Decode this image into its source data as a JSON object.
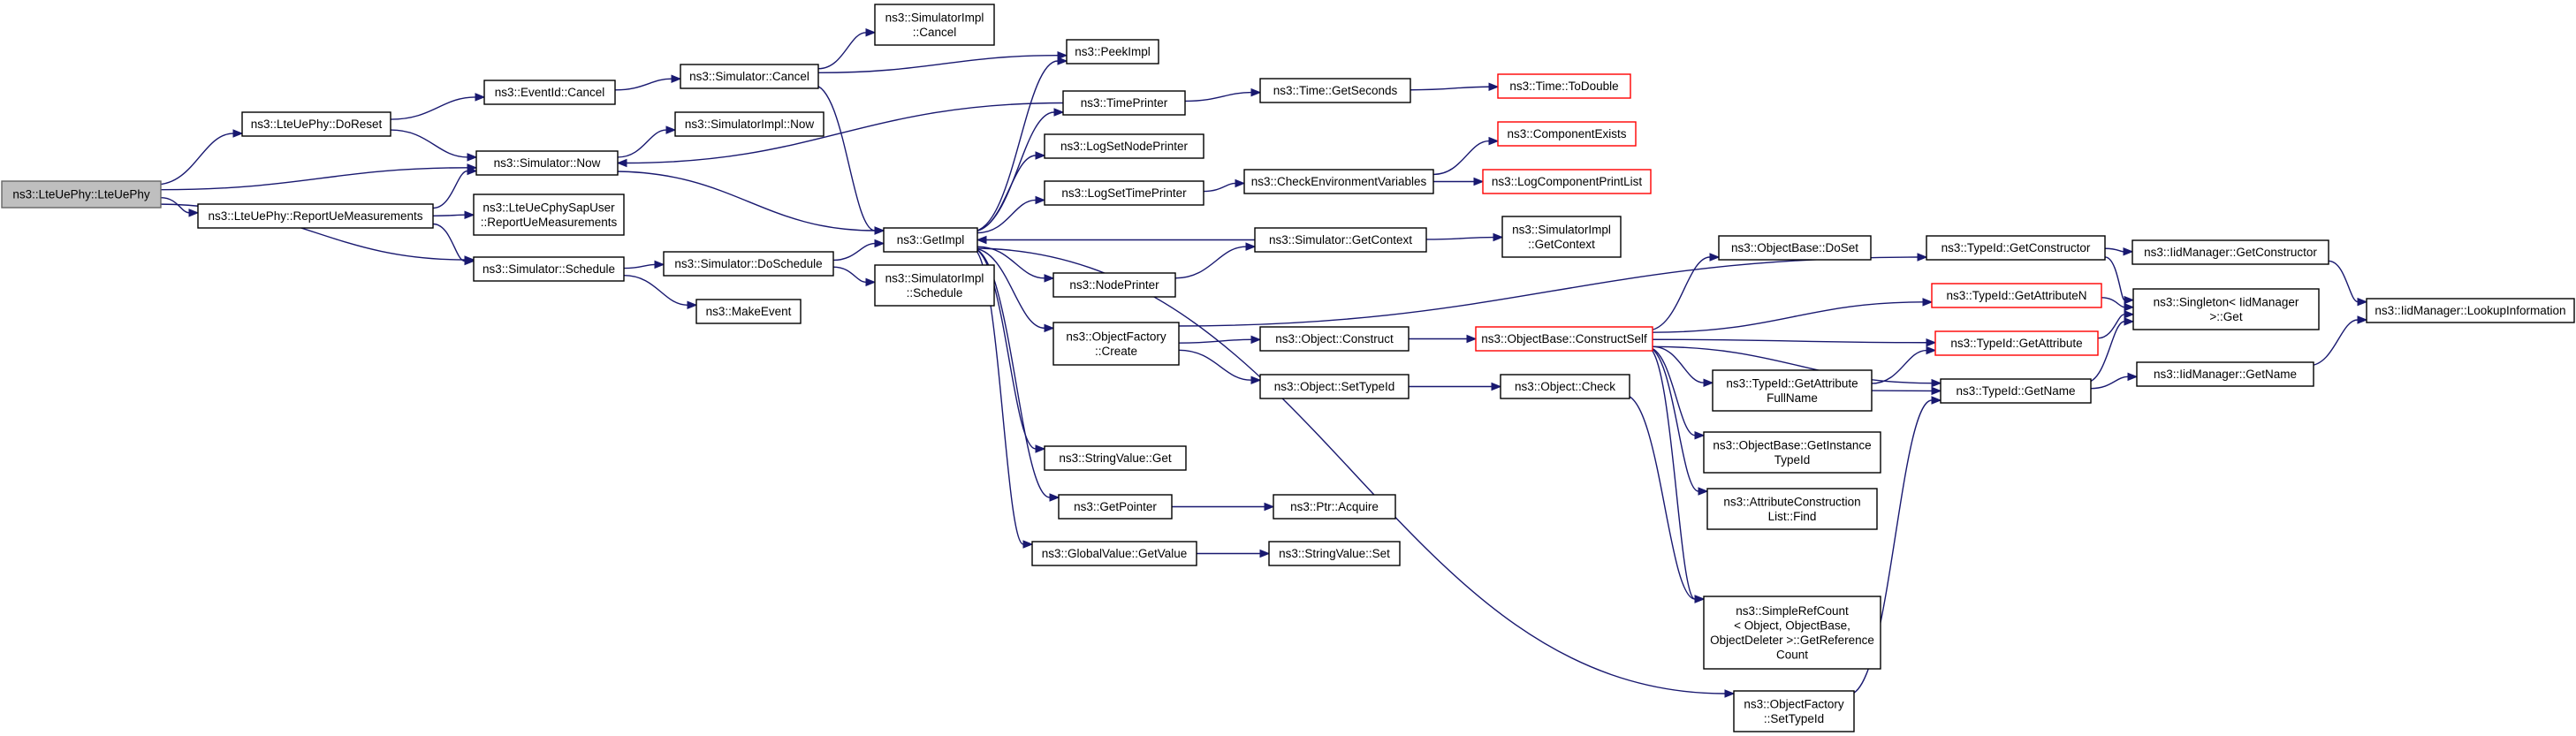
{
  "colors": {
    "edge": "#191970",
    "root_fill": "#bfbfbf",
    "node_border": "#000000",
    "unresolved_border": "#ff0000",
    "background": "#ffffff"
  },
  "nodes": [
    {
      "id": "root",
      "lines": [
        "ns3::LteUePhy::LteUePhy"
      ],
      "style": "root"
    },
    {
      "id": "doreset",
      "lines": [
        "ns3::LteUePhy::DoReset"
      ]
    },
    {
      "id": "report",
      "lines": [
        "ns3::LteUePhy::ReportUeMeasurements"
      ]
    },
    {
      "id": "eventcancel",
      "lines": [
        "ns3::EventId::Cancel"
      ]
    },
    {
      "id": "simnow",
      "lines": [
        "ns3::Simulator::Now"
      ]
    },
    {
      "id": "sapuser",
      "lines": [
        "ns3::LteUeCphySapUser",
        "::ReportUeMeasurements"
      ]
    },
    {
      "id": "schedule",
      "lines": [
        "ns3::Simulator::Schedule"
      ]
    },
    {
      "id": "simcancel",
      "lines": [
        "ns3::Simulator::Cancel"
      ]
    },
    {
      "id": "implnow",
      "lines": [
        "ns3::SimulatorImpl::Now"
      ]
    },
    {
      "id": "doschedule",
      "lines": [
        "ns3::Simulator::DoSchedule"
      ]
    },
    {
      "id": "makeevent",
      "lines": [
        "ns3::MakeEvent"
      ]
    },
    {
      "id": "implcancel",
      "lines": [
        "ns3::SimulatorImpl",
        "::Cancel"
      ]
    },
    {
      "id": "getimpl",
      "lines": [
        "ns3::GetImpl"
      ]
    },
    {
      "id": "implschedule",
      "lines": [
        "ns3::SimulatorImpl",
        "::Schedule"
      ]
    },
    {
      "id": "peekimpl",
      "lines": [
        "ns3::PeekImpl"
      ]
    },
    {
      "id": "timeprinter",
      "lines": [
        "ns3::TimePrinter"
      ]
    },
    {
      "id": "lognodeprinter",
      "lines": [
        "ns3::LogSetNodePrinter"
      ]
    },
    {
      "id": "logtimeprinter",
      "lines": [
        "ns3::LogSetTimePrinter"
      ]
    },
    {
      "id": "nodeprinter",
      "lines": [
        "ns3::NodePrinter"
      ]
    },
    {
      "id": "objfactorycreate",
      "lines": [
        "ns3::ObjectFactory",
        "::Create"
      ]
    },
    {
      "id": "stringget",
      "lines": [
        "ns3::StringValue::Get"
      ]
    },
    {
      "id": "getpointer",
      "lines": [
        "ns3::GetPointer"
      ]
    },
    {
      "id": "globalget",
      "lines": [
        "ns3::GlobalValue::GetValue"
      ]
    },
    {
      "id": "getseconds",
      "lines": [
        "ns3::Time::GetSeconds"
      ]
    },
    {
      "id": "todouble",
      "lines": [
        "ns3::Time::ToDouble"
      ],
      "style": "red"
    },
    {
      "id": "checkenv",
      "lines": [
        "ns3::CheckEnvironmentVariables"
      ]
    },
    {
      "id": "compexists",
      "lines": [
        "ns3::ComponentExists"
      ],
      "style": "red"
    },
    {
      "id": "logcomplist",
      "lines": [
        "ns3::LogComponentPrintList"
      ],
      "style": "red"
    },
    {
      "id": "simgetcontext",
      "lines": [
        "ns3::Simulator::GetContext"
      ]
    },
    {
      "id": "implgetcontext",
      "lines": [
        "ns3::SimulatorImpl",
        "::GetContext"
      ]
    },
    {
      "id": "objconstruct",
      "lines": [
        "ns3::Object::Construct"
      ]
    },
    {
      "id": "objsettypeid",
      "lines": [
        "ns3::Object::SetTypeId"
      ]
    },
    {
      "id": "ptracquire",
      "lines": [
        "ns3::Ptr::Acquire"
      ]
    },
    {
      "id": "stringset",
      "lines": [
        "ns3::StringValue::Set"
      ]
    },
    {
      "id": "constructself",
      "lines": [
        "ns3::ObjectBase::ConstructSelf"
      ],
      "style": "red"
    },
    {
      "id": "objcheck",
      "lines": [
        "ns3::Object::Check"
      ]
    },
    {
      "id": "dosset",
      "lines": [
        "ns3::ObjectBase::DoSet"
      ]
    },
    {
      "id": "getattrfullname",
      "lines": [
        "ns3::TypeId::GetAttribute",
        "FullName"
      ]
    },
    {
      "id": "getinstancetypeid",
      "lines": [
        "ns3::ObjectBase::GetInstance",
        "TypeId"
      ]
    },
    {
      "id": "attrlistfind",
      "lines": [
        "ns3::AttributeConstruction",
        "List::Find"
      ]
    },
    {
      "id": "refcount",
      "lines": [
        "ns3::SimpleRefCount",
        "< Object, ObjectBase,",
        "ObjectDeleter >::GetReference",
        "Count"
      ]
    },
    {
      "id": "factorysettypeid",
      "lines": [
        "ns3::ObjectFactory",
        "::SetTypeId"
      ]
    },
    {
      "id": "getconstructor",
      "lines": [
        "ns3::TypeId::GetConstructor"
      ]
    },
    {
      "id": "getattributen",
      "lines": [
        "ns3::TypeId::GetAttributeN"
      ],
      "style": "red"
    },
    {
      "id": "getattribute",
      "lines": [
        "ns3::TypeId::GetAttribute"
      ],
      "style": "red"
    },
    {
      "id": "getname",
      "lines": [
        "ns3::TypeId::GetName"
      ]
    },
    {
      "id": "mgrgetconstructor",
      "lines": [
        "ns3::IidManager::GetConstructor"
      ]
    },
    {
      "id": "singletonget",
      "lines": [
        "ns3::Singleton< IidManager",
        " >::Get"
      ]
    },
    {
      "id": "mgrgetname",
      "lines": [
        "ns3::IidManager::GetName"
      ]
    },
    {
      "id": "lookupinfo",
      "lines": [
        "ns3::IidManager::LookupInformation"
      ]
    }
  ],
  "edges": [
    [
      "root",
      "doreset"
    ],
    [
      "root",
      "simnow"
    ],
    [
      "root",
      "report"
    ],
    [
      "root",
      "schedule"
    ],
    [
      "doreset",
      "eventcancel"
    ],
    [
      "doreset",
      "simnow"
    ],
    [
      "eventcancel",
      "simcancel"
    ],
    [
      "simcancel",
      "implcancel"
    ],
    [
      "simcancel",
      "peekimpl"
    ],
    [
      "simcancel",
      "getimpl"
    ],
    [
      "simnow",
      "implnow"
    ],
    [
      "simnow",
      "getimpl"
    ],
    [
      "report",
      "simnow"
    ],
    [
      "report",
      "sapuser"
    ],
    [
      "report",
      "schedule"
    ],
    [
      "schedule",
      "doschedule"
    ],
    [
      "schedule",
      "makeevent"
    ],
    [
      "doschedule",
      "getimpl"
    ],
    [
      "doschedule",
      "implschedule"
    ],
    [
      "getimpl",
      "peekimpl"
    ],
    [
      "getimpl",
      "timeprinter"
    ],
    [
      "getimpl",
      "lognodeprinter"
    ],
    [
      "getimpl",
      "logtimeprinter"
    ],
    [
      "getimpl",
      "nodeprinter"
    ],
    [
      "getimpl",
      "objfactorycreate"
    ],
    [
      "getimpl",
      "stringget"
    ],
    [
      "getimpl",
      "getpointer"
    ],
    [
      "getimpl",
      "globalget"
    ],
    [
      "getimpl",
      "factorysettypeid"
    ],
    [
      "timeprinter",
      "simnow"
    ],
    [
      "timeprinter",
      "getseconds"
    ],
    [
      "getseconds",
      "todouble"
    ],
    [
      "logtimeprinter",
      "checkenv"
    ],
    [
      "checkenv",
      "compexists"
    ],
    [
      "checkenv",
      "logcomplist"
    ],
    [
      "nodeprinter",
      "simgetcontext"
    ],
    [
      "simgetcontext",
      "getimpl"
    ],
    [
      "simgetcontext",
      "implgetcontext"
    ],
    [
      "objfactorycreate",
      "getconstructor"
    ],
    [
      "objfactorycreate",
      "objconstruct"
    ],
    [
      "objfactorycreate",
      "objsettypeid"
    ],
    [
      "objconstruct",
      "constructself"
    ],
    [
      "objsettypeid",
      "objcheck"
    ],
    [
      "getpointer",
      "ptracquire"
    ],
    [
      "globalget",
      "stringset"
    ],
    [
      "constructself",
      "dosset"
    ],
    [
      "constructself",
      "getattributen"
    ],
    [
      "constructself",
      "getattribute"
    ],
    [
      "constructself",
      "getattrfullname"
    ],
    [
      "constructself",
      "getinstancetypeid"
    ],
    [
      "constructself",
      "attrlistfind"
    ],
    [
      "constructself",
      "refcount"
    ],
    [
      "constructself",
      "getname"
    ],
    [
      "objcheck",
      "refcount"
    ],
    [
      "getattrfullname",
      "getattribute"
    ],
    [
      "getattrfullname",
      "getname"
    ],
    [
      "factorysettypeid",
      "getname"
    ],
    [
      "getconstructor",
      "mgrgetconstructor"
    ],
    [
      "getconstructor",
      "singletonget"
    ],
    [
      "getattributen",
      "singletonget"
    ],
    [
      "getattribute",
      "singletonget"
    ],
    [
      "getname",
      "singletonget"
    ],
    [
      "getname",
      "mgrgetname"
    ],
    [
      "mgrgetconstructor",
      "lookupinfo"
    ],
    [
      "mgrgetname",
      "lookupinfo"
    ]
  ]
}
